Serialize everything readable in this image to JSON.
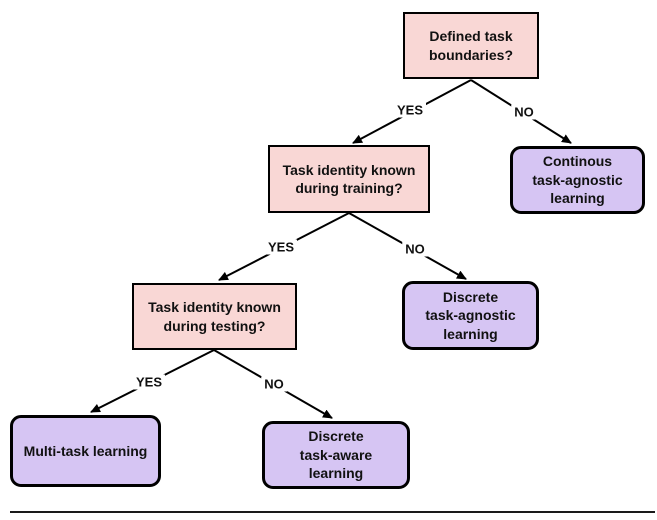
{
  "diagram": {
    "type": "decision-tree",
    "colors": {
      "question_fill": "#f9d7d5",
      "outcome_fill": "#d6c5f3",
      "border": "#000000",
      "line": "#000000"
    },
    "nodes": [
      {
        "id": "defined-task-boundaries",
        "type": "question",
        "label": "Defined task\nboundaries?"
      },
      {
        "id": "task-identity-training",
        "type": "question",
        "label": "Task identity known\nduring training?"
      },
      {
        "id": "continous-task-agnostic",
        "type": "outcome",
        "label": "Continous\ntask-agnostic\nlearning"
      },
      {
        "id": "task-identity-testing",
        "type": "question",
        "label": "Task identity known\nduring testing?"
      },
      {
        "id": "discrete-task-agnostic",
        "type": "outcome",
        "label": "Discrete\ntask-agnostic\nlearning"
      },
      {
        "id": "multi-task-learning",
        "type": "outcome",
        "label": "Multi-task learning"
      },
      {
        "id": "discrete-task-aware",
        "type": "outcome",
        "label": "Discrete\ntask-aware\nlearning"
      }
    ],
    "edges": [
      {
        "from": "defined-task-boundaries",
        "to": "task-identity-training",
        "label": "YES"
      },
      {
        "from": "defined-task-boundaries",
        "to": "continous-task-agnostic",
        "label": "NO"
      },
      {
        "from": "task-identity-training",
        "to": "task-identity-testing",
        "label": "YES"
      },
      {
        "from": "task-identity-training",
        "to": "discrete-task-agnostic",
        "label": "NO"
      },
      {
        "from": "task-identity-testing",
        "to": "multi-task-learning",
        "label": "YES"
      },
      {
        "from": "task-identity-testing",
        "to": "discrete-task-aware",
        "label": "NO"
      }
    ]
  }
}
